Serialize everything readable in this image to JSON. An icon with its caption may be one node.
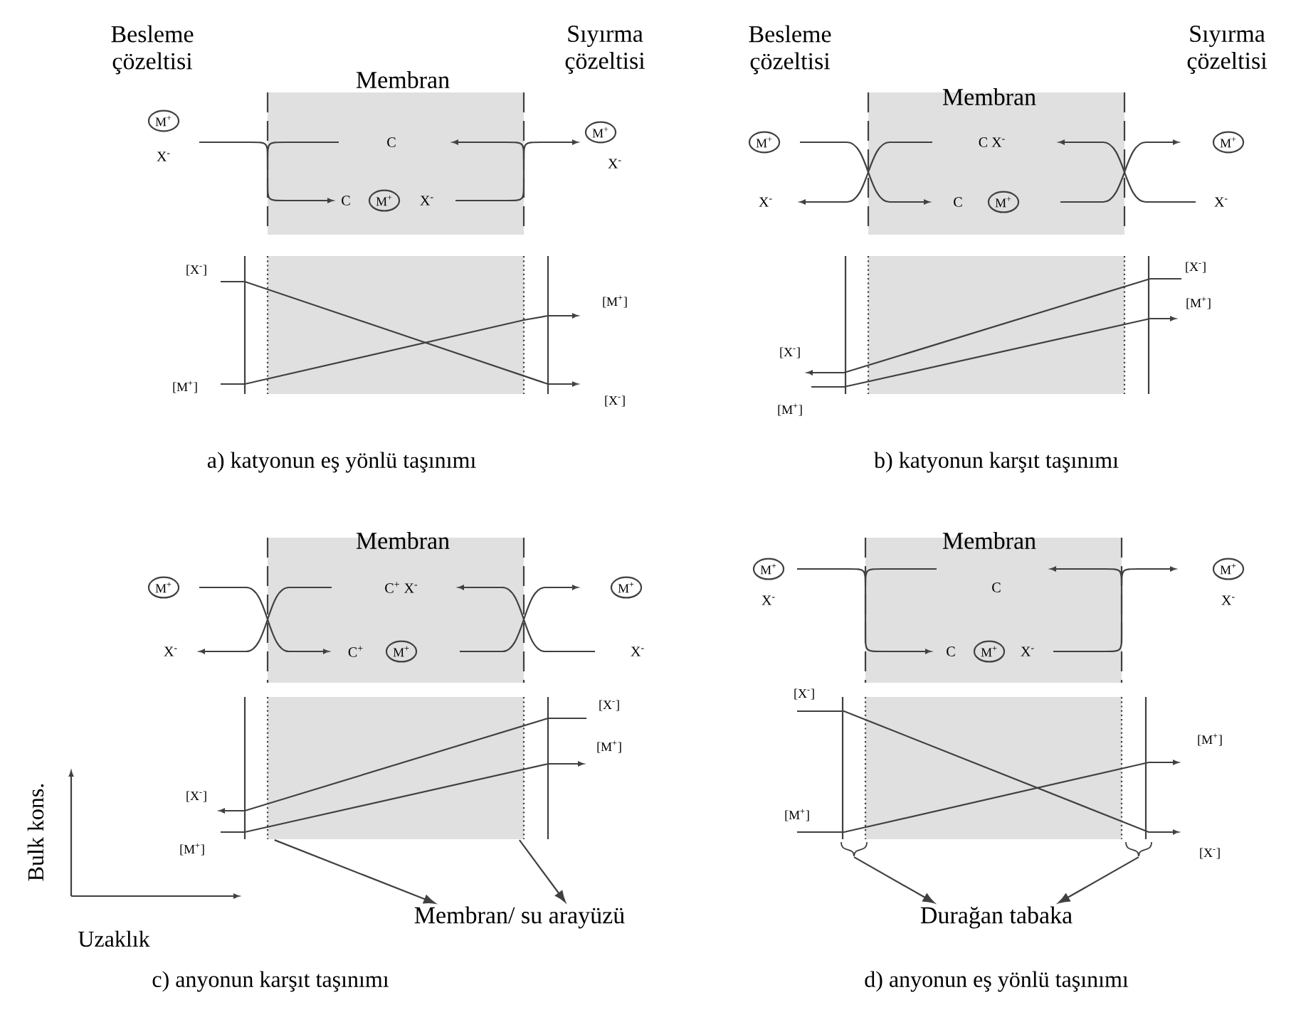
{
  "diagram": {
    "nodes": [
      {
        "text": [],
        "shape": "box"
      },
      {
        "text": [],
        "shape": "box"
      },
      {
        "text": [],
        "shape": "box"
      },
      {
        "text": [],
        "shape": "box"
      },
      {
        "text": [],
        "shape": "box"
      },
      {
        "text": [],
        "shape": "box"
      },
      {
        "text": [],
        "shape": "box"
      },
      {
        "text": [],
        "shape": "box"
      },
      {
        "text": [],
        "shape": "bracket"
      },
      {
        "text": [],
        "shape": "bracket"
      },
      {
        "text": [
          "M$^{+}$"
        ]
      },
      {
        "text": [
          "M$^{+}$"
        ],
        "in": 0
      },
      {
        "text": [
          "M$^{+}$"
        ]
      },
      {
        "text": [
          "M$^{+}$"
        ]
      },
      {
        "text": [
          "M$^{+}$"
        ],
        "in": 1
      },
      {
        "text": [
          "M$^{+}$"
        ]
      },
      {
        "text": [
          "M$^{+}$"
        ]
      },
      {
        "text": [
          "M$^{+}$"
        ],
        "in": 2
      },
      {
        "text": [
          "M$^{+}$"
        ]
      },
      {
        "text": [
          "M$^{+}$"
        ]
      },
      {
        "text": [
          "M$^{+}$"
        ],
        "in": 3
      },
      {
        "text": [
          "M$^{+}$"
        ]
      },
      {
        "text": [
          "Membran/ su arayüzü"
        ]
      },
      {
        "text": [
          "Durağan tabaka"
        ]
      }
    ],
    "edges": [
      {
        "from": 6,
        "to": 22,
        "arrow": "to"
      },
      {
        "from": 6,
        "to": 22,
        "arrow": "to"
      },
      {
        "from": 8,
        "to": 23,
        "arrow": "to"
      },
      {
        "from": 9,
        "to": 23,
        "arrow": "to"
      }
    ],
    "labels": [
      "Besleme çözeltisi",
      "Sıyırma çözeltisi",
      "Membran",
      "X$^{-}$",
      "C",
      "C",
      "X$^{-}$",
      "X$^{-}$",
      "[X$^{-}$]",
      "[M$^{+}$]",
      "[M$^{+}$]",
      "[X$^{-}$]",
      "Besleme çözeltisi",
      "Sıyırma çözeltisi",
      "Membran",
      "C X$^{-}$",
      "X$^{-}$",
      "C",
      "X$^{-}$",
      "[X$^{-}$]",
      "[M$^{+}$]",
      "[X$^{-}$]",
      "[M$^{+}$]",
      "a) katyonun eş yönlü taşınımı",
      "b) katyonun karşıt taşınımı",
      "Membran",
      "C$^{+}$ X$^{-}$",
      "X$^{-}$",
      "C$^{+}$",
      "X$^{-}$",
      "[X$^{-}$]",
      "[M$^{+}$]",
      "[X$^{-}$]",
      "[M$^{+}$]",
      "Membran",
      "X$^{-}$",
      "C",
      "C",
      "X$^{-}$",
      "X$^{-}$",
      "[X$^{-}$]",
      "[M$^{+}$]",
      "[M$^{+}$]",
      "[X$^{-}$]",
      "Bulk kons.",
      "Uzaklık",
      "c) anyonun karşıt taşınımı",
      "d) anyonun eş yönlü taşınımı"
    ]
  }
}
